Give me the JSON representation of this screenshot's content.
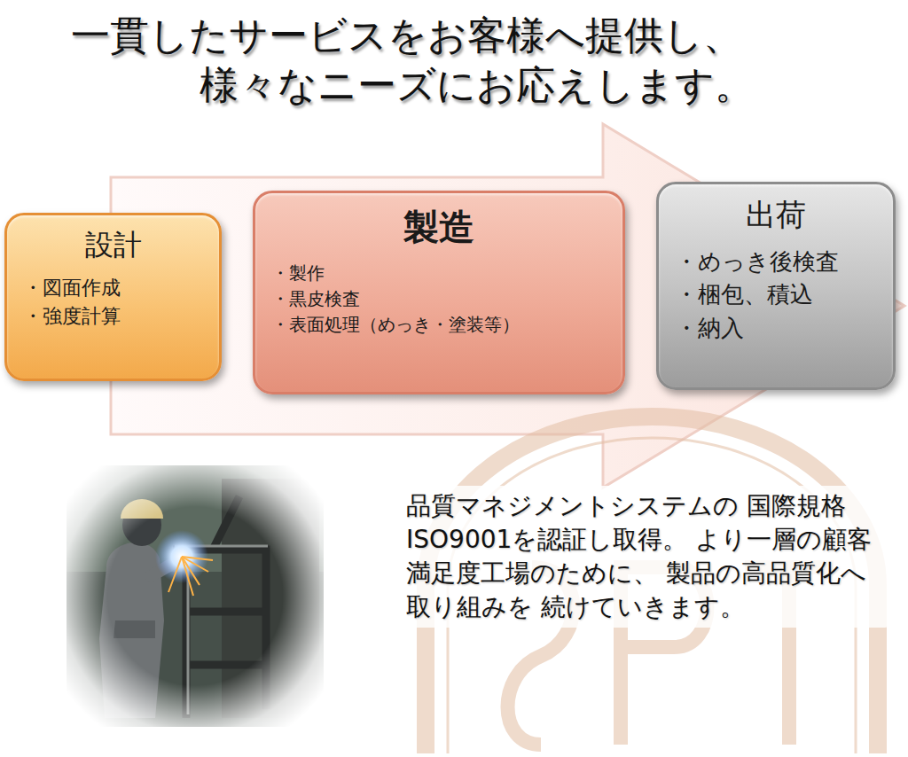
{
  "diagram": {
    "title": "一貫したサービスをお客様へ提供し、 様々なニーズにお応えします。",
    "nodes": [
      {
        "text": [
          "設計",
          "・図面作成",
          "・強度計算"
        ]
      },
      {
        "text": [
          "製造",
          "・製作",
          "・黒皮検査",
          "・表面処理（めっき・塗装等）"
        ]
      },
      {
        "text": [
          "出荷",
          "・めっき後検査",
          "・梱包、積込",
          "・納入"
        ]
      }
    ],
    "labels": [
      "品質マネジメントシステムの 国際規格ISO9001を認証し取得。 より一層の顧客満足度工場のために、 製品の高品質化へ取り組みを 続けていきます。"
    ]
  }
}
